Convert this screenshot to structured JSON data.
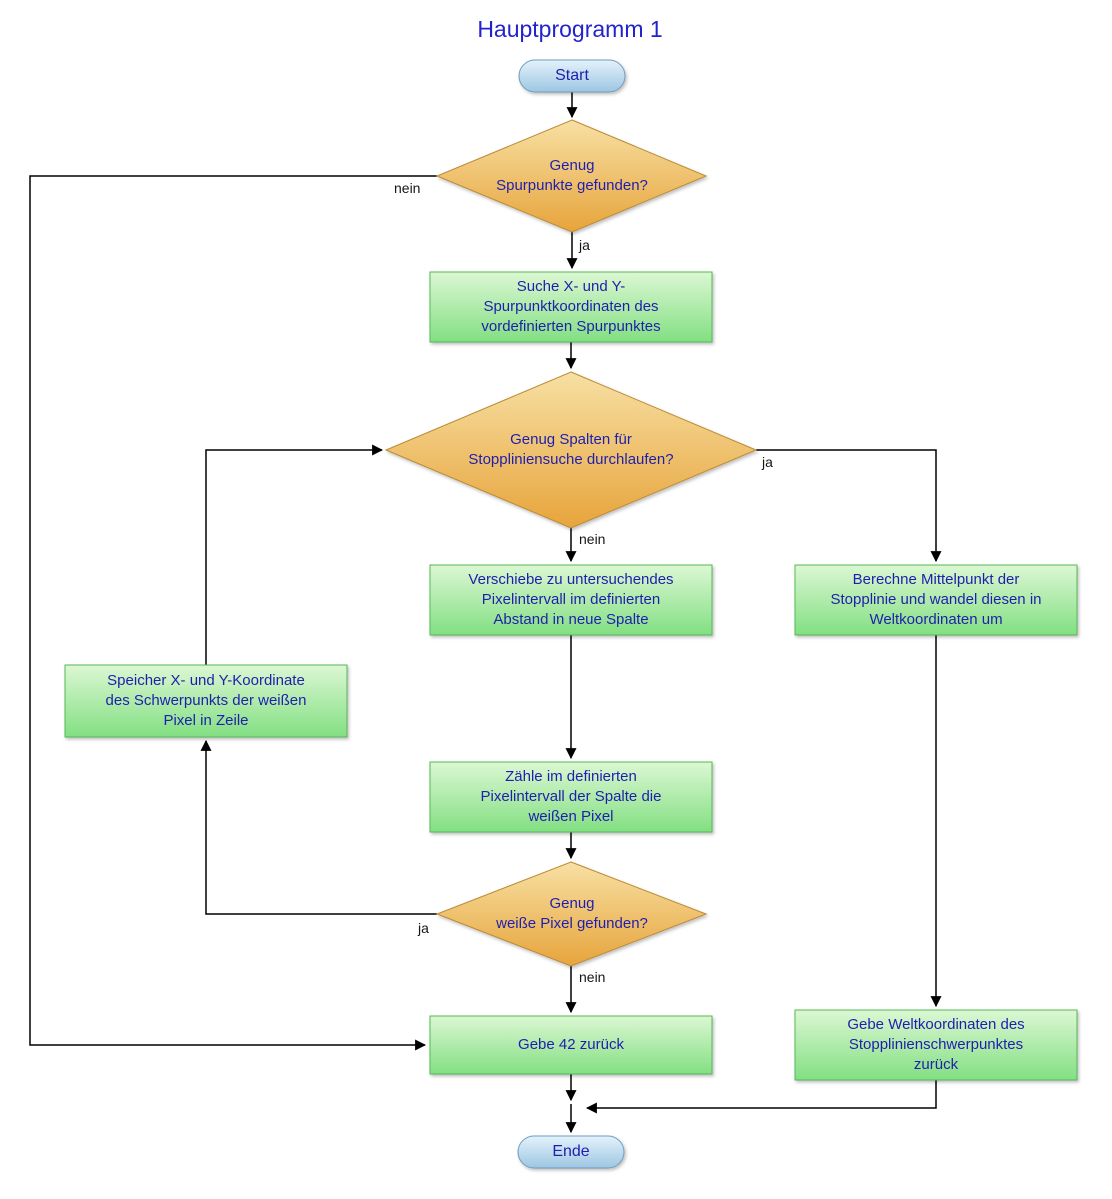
{
  "title": "Hauptprogramm 1",
  "nodes": {
    "start": {
      "label": "Start"
    },
    "decision_spurpunkte": {
      "text": "Genug\nSpurpunkte gefunden?"
    },
    "suche": {
      "text": "Suche X- und Y-\nSpurpunktkoordinaten des\nvordefinierten Spurpunktes"
    },
    "decision_spalten": {
      "text": "Genug Spalten für\nStoppliniensuche durchlaufen?"
    },
    "verschiebe": {
      "text": "Verschiebe zu untersuchendes\nPixelintervall im definierten\nAbstand in neue Spalte"
    },
    "berechne": {
      "text": "Berechne Mittelpunkt der\nStopplinie und wandel diesen in\nWeltkoordinaten um"
    },
    "speicher": {
      "text": "Speicher X- und Y-Koordinate\ndes Schwerpunkts der weißen\nPixel in Zeile"
    },
    "zaehle": {
      "text": "Zähle im definierten\nPixelintervall der Spalte die\nweißen Pixel"
    },
    "decision_pixel": {
      "text": "Genug\nweiße Pixel gefunden?"
    },
    "gebe42": {
      "text": "Gebe 42 zurück"
    },
    "gebe_welt": {
      "text": "Gebe Weltkoordinaten des\nStopplinienschwerpunktes\nzurück"
    },
    "ende": {
      "label": "Ende"
    }
  },
  "edge_labels": {
    "nein_spurpunkte": "nein",
    "ja_spurpunkte": "ja",
    "ja_spalten": "ja",
    "nein_spalten": "nein",
    "ja_pixel": "ja",
    "nein_pixel": "nein"
  },
  "colors": {
    "title_text": "#2323cc",
    "node_text": "#1f1fae",
    "terminator_fill_top": "#e4f2fb",
    "terminator_fill_bottom": "#9dc6e2",
    "terminator_border": "#6f9dbd",
    "decision_fill_top": "#f7e0a3",
    "decision_fill_bottom": "#e7a43c",
    "decision_border": "#bc8a33",
    "process_fill_top": "#dcf7d3",
    "process_fill_bottom": "#82df82",
    "process_border": "#57b957",
    "connector": "#000000"
  }
}
